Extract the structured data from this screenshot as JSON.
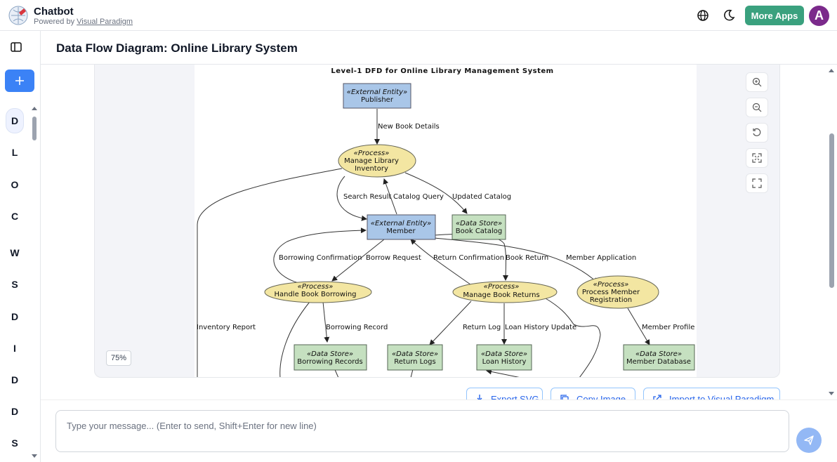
{
  "header": {
    "app_title": "Chatbot",
    "powered_by": "Powered by",
    "powered_link": "Visual Paradigm",
    "more_apps": "More Apps",
    "avatar_initial": "A",
    "icons": [
      "globe-icon",
      "moon-icon"
    ]
  },
  "sidebar": {
    "history": [
      "D",
      "L",
      "O",
      "C",
      "W",
      "S",
      "D",
      "I",
      "D",
      "D",
      "S"
    ]
  },
  "page": {
    "title": "Data Flow Diagram: Online Library System"
  },
  "diagram": {
    "title": "Level-1 DFD for Online Library Management System",
    "zoom_level": "75%",
    "nodes": {
      "publisher": {
        "stereotype": "«External Entity»",
        "name": "Publisher"
      },
      "inventory": {
        "stereotype": "«Process»",
        "name1": "Manage Library",
        "name2": "Inventory"
      },
      "member": {
        "stereotype": "«External Entity»",
        "name": "Member"
      },
      "catalog": {
        "stereotype": "«Data Store»",
        "name": "Book Catalog"
      },
      "borrowing": {
        "stereotype": "«Process»",
        "name": "Handle Book Borrowing"
      },
      "returns": {
        "stereotype": "«Process»",
        "name": "Manage Book Returns"
      },
      "registration": {
        "stereotype": "«Process»",
        "name1": "Process Member",
        "name2": "Registration"
      },
      "records": {
        "stereotype": "«Data Store»",
        "name": "Borrowing Records"
      },
      "logs": {
        "stereotype": "«Data Store»",
        "name": "Return Logs"
      },
      "loan": {
        "stereotype": "«Data Store»",
        "name": "Loan History"
      },
      "memberdb": {
        "stereotype": "«Data Store»",
        "name": "Member Database"
      }
    },
    "flows": {
      "new_book": "New Book Details",
      "search_result": "Search Result",
      "catalog_query": "Catalog Query",
      "updated_catalog": "Updated Catalog",
      "borrow_conf": "Borrowing Confirmation",
      "borrow_req": "Borrow Request",
      "return_conf": "Return Confirmation",
      "book_return": "Book Return",
      "member_app": "Member Application",
      "inventory_report": "Inventory Report",
      "borrowing_record": "Borrowing Record",
      "return_log": "Return Log",
      "loan_update": "Loan History Update",
      "member_profile": "Member Profile"
    }
  },
  "actions": {
    "export_svg": "Export SVG",
    "copy_image": "Copy Image",
    "import_vp": "Import to Visual Paradigm"
  },
  "composer": {
    "placeholder": "Type your message... (Enter to send, Shift+Enter for new line)"
  },
  "colors": {
    "accent": "#3b82f6",
    "more_apps": "#3aa17e",
    "avatar": "#7b2a8b",
    "entity_fill": "#a9c6e8",
    "process_fill": "#f3e6a2",
    "store_fill": "#c5e0c0"
  }
}
